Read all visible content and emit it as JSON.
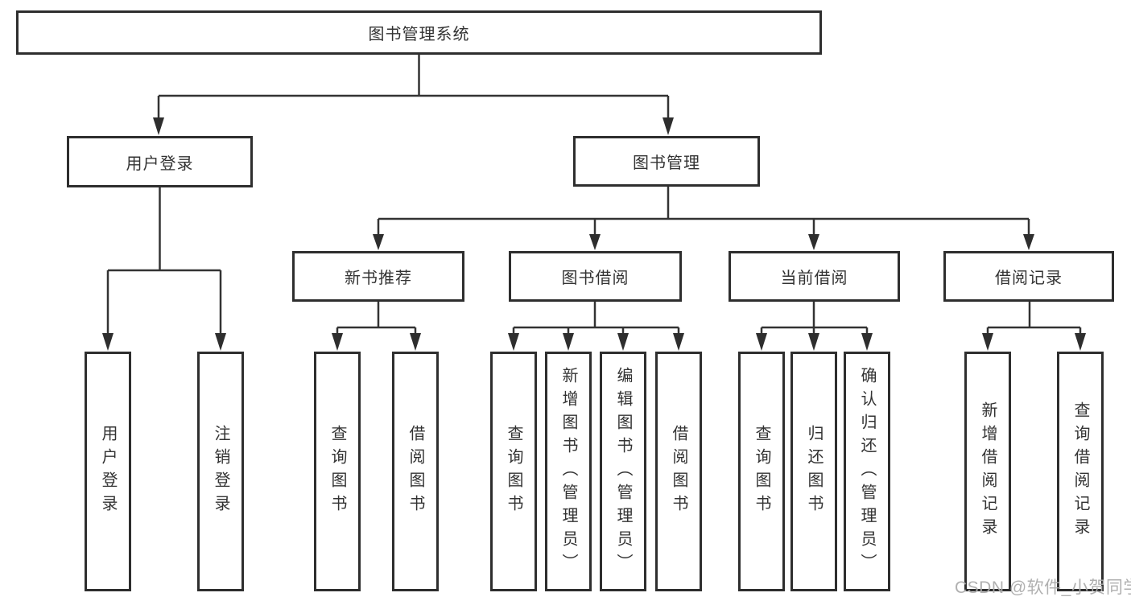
{
  "diagram": {
    "type": "hierarchy-tree",
    "colors": {
      "line": "#333333",
      "box_border": "#2e2e2e",
      "text": "#333333",
      "watermark": "#acacac",
      "background": "#ffffff"
    },
    "root": {
      "label": "图书管理系统"
    },
    "level2": [
      {
        "label": "用户登录"
      },
      {
        "label": "图书管理"
      }
    ],
    "level3": [
      {
        "label": "新书推荐",
        "parent": "图书管理"
      },
      {
        "label": "图书借阅",
        "parent": "图书管理"
      },
      {
        "label": "当前借阅",
        "parent": "图书管理"
      },
      {
        "label": "借阅记录",
        "parent": "图书管理"
      }
    ],
    "leaves": [
      {
        "label": "用户登录",
        "parent": "用户登录"
      },
      {
        "label": "注销登录",
        "parent": "用户登录"
      },
      {
        "label": "查询图书",
        "parent": "新书推荐"
      },
      {
        "label": "借阅图书",
        "parent": "新书推荐"
      },
      {
        "label": "查询图书",
        "parent": "图书借阅"
      },
      {
        "label": "新增图书（管理员）",
        "parent": "图书借阅"
      },
      {
        "label": "编辑图书（管理员）",
        "parent": "图书借阅"
      },
      {
        "label": "借阅图书",
        "parent": "图书借阅"
      },
      {
        "label": "查询图书",
        "parent": "当前借阅"
      },
      {
        "label": "归还图书",
        "parent": "当前借阅"
      },
      {
        "label": "确认归还（管理员）",
        "parent": "当前借阅"
      },
      {
        "label": "新增借阅记录",
        "parent": "借阅记录"
      },
      {
        "label": "查询借阅记录",
        "parent": "借阅记录"
      }
    ],
    "watermark": "CSDN @软件_小贺同学"
  }
}
